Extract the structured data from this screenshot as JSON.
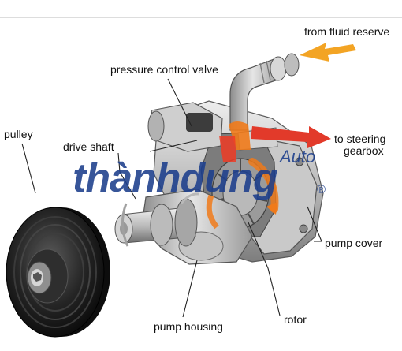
{
  "labels": {
    "pulley": "pulley",
    "drive_shaft": "drive shaft",
    "pressure_control_valve": "pressure control valve",
    "from_fluid_reservoir": "from fluid reserve",
    "to_steering_line1": "to steering",
    "to_steering_line2": "gearbox",
    "pump_cover": "pump cover",
    "rotor": "rotor",
    "pump_housing": "pump housing"
  },
  "watermark": {
    "brand": "thànhdung",
    "sub": "Auto",
    "reg": "®"
  },
  "colors": {
    "label_text": "#111111",
    "leader_line": "#222222",
    "fluid_in_arrow": "#f3a424",
    "fluid_out_arrow": "#e23a2a",
    "flow_orange": "#f07a1a",
    "watermark_blue": "#1c3e8c",
    "metal_light": "#d8d8d8",
    "metal_mid": "#a9a9a9",
    "metal_dark": "#555555",
    "pulley_black": "#1a1a1a"
  },
  "icons": {
    "pulley": "belt-pulley",
    "pump": "power-steering-pump",
    "inlet_arrow": "arrow-right",
    "outlet_arrow": "arrow-right"
  }
}
